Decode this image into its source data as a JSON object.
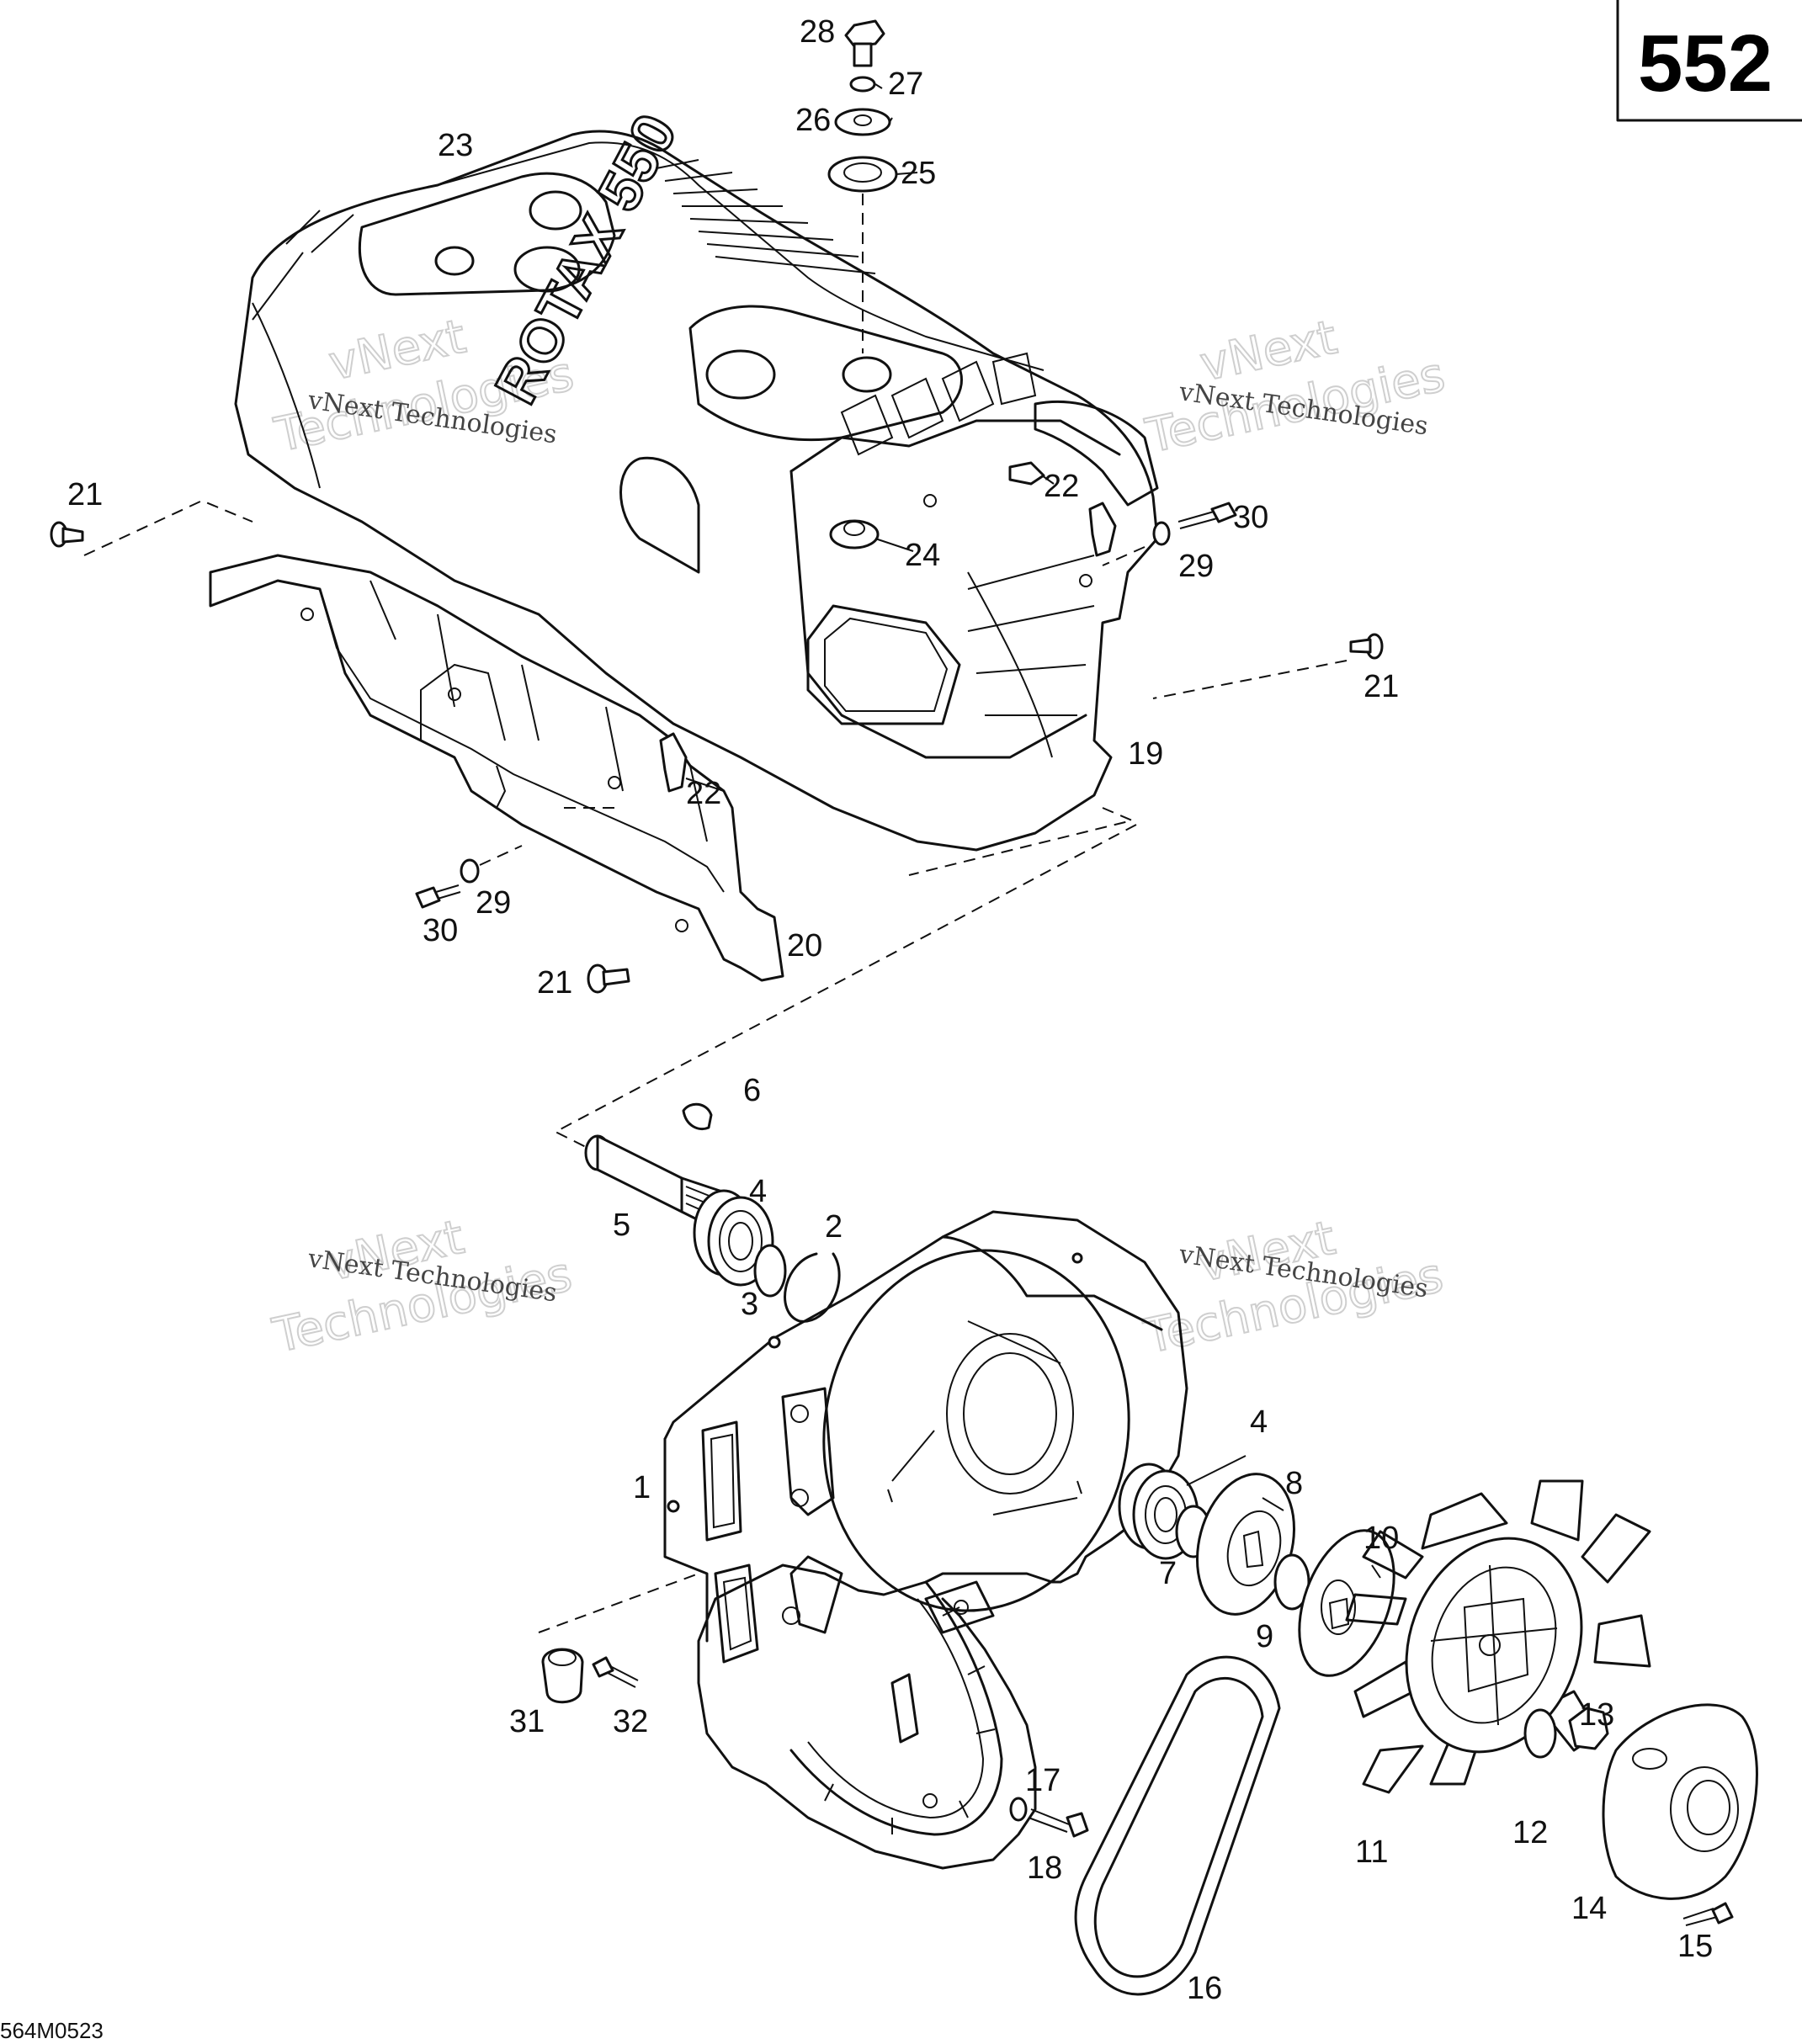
{
  "page_number": "552",
  "drawing_code": "564M0523",
  "embossed_text": "ROTAX 550",
  "watermark": {
    "line1": "vNext",
    "line2": "Technologies",
    "caption": "vNext Technologies"
  },
  "callouts": {
    "c1": "1",
    "c2": "2",
    "c3": "3",
    "c4a": "4",
    "c4b": "4",
    "c5": "5",
    "c6": "6",
    "c7": "7",
    "c8": "8",
    "c9": "9",
    "c10": "10",
    "c11": "11",
    "c12": "12",
    "c13": "13",
    "c14": "14",
    "c15": "15",
    "c16": "16",
    "c17": "17",
    "c18": "18",
    "c19": "19",
    "c20": "20",
    "c21a": "21",
    "c21b": "21",
    "c21c": "21",
    "c22a": "22",
    "c22b": "22",
    "c23": "23",
    "c24": "24",
    "c25": "25",
    "c26": "26",
    "c27": "27",
    "c28": "28",
    "c29a": "29",
    "c29b": "29",
    "c30a": "30",
    "c30b": "30",
    "c31": "31",
    "c32": "32"
  }
}
